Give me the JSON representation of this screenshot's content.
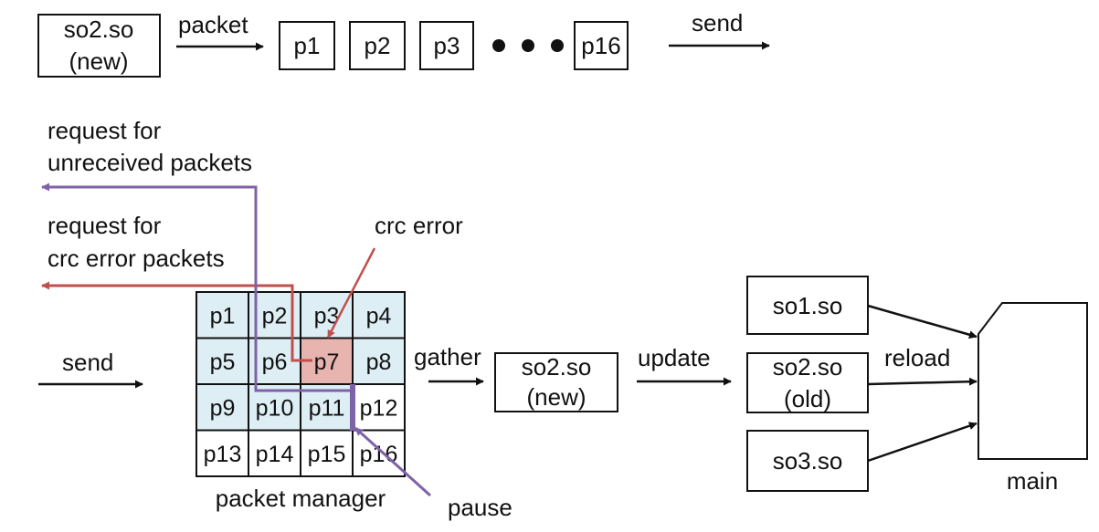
{
  "top_row": {
    "source_box": {
      "line1": "so2.so",
      "line2": "(new)"
    },
    "packet_label": "packet",
    "packets": [
      "p1",
      "p2",
      "p3"
    ],
    "last_packet": "p16",
    "send_label": "send"
  },
  "requests": {
    "unreceived_line1": "request for",
    "unreceived_line2": "unreceived packets",
    "crc_line1": "request for",
    "crc_line2": "crc error packets"
  },
  "grid": {
    "crc_error_label": "crc error",
    "send_label": "send",
    "cells": [
      "p1",
      "p2",
      "p3",
      "p4",
      "p5",
      "p6",
      "p7",
      "p8",
      "p9",
      "p10",
      "p11",
      "p12",
      "p13",
      "p14",
      "p15",
      "p16"
    ],
    "received_cells": [
      "p1",
      "p2",
      "p3",
      "p4",
      "p5",
      "p6",
      "p8",
      "p9",
      "p10",
      "p11"
    ],
    "error_cells": [
      "p7"
    ],
    "caption": "packet manager",
    "pause_label": "pause"
  },
  "gather": {
    "label": "gather",
    "box_line1": "so2.so",
    "box_line2": "(new)"
  },
  "update_label": "update",
  "modules": {
    "so1": "so1.so",
    "so2_line1": "so2.so",
    "so2_line2": "(old)",
    "so3": "so3.so",
    "reload_label": "reload"
  },
  "main_label": "main",
  "colors": {
    "received_fill": "#deeef5",
    "error_fill": "#e8b4b0",
    "request_unreceived": "#7e62a8",
    "request_crc": "#c0504d",
    "stroke": "#111111"
  }
}
